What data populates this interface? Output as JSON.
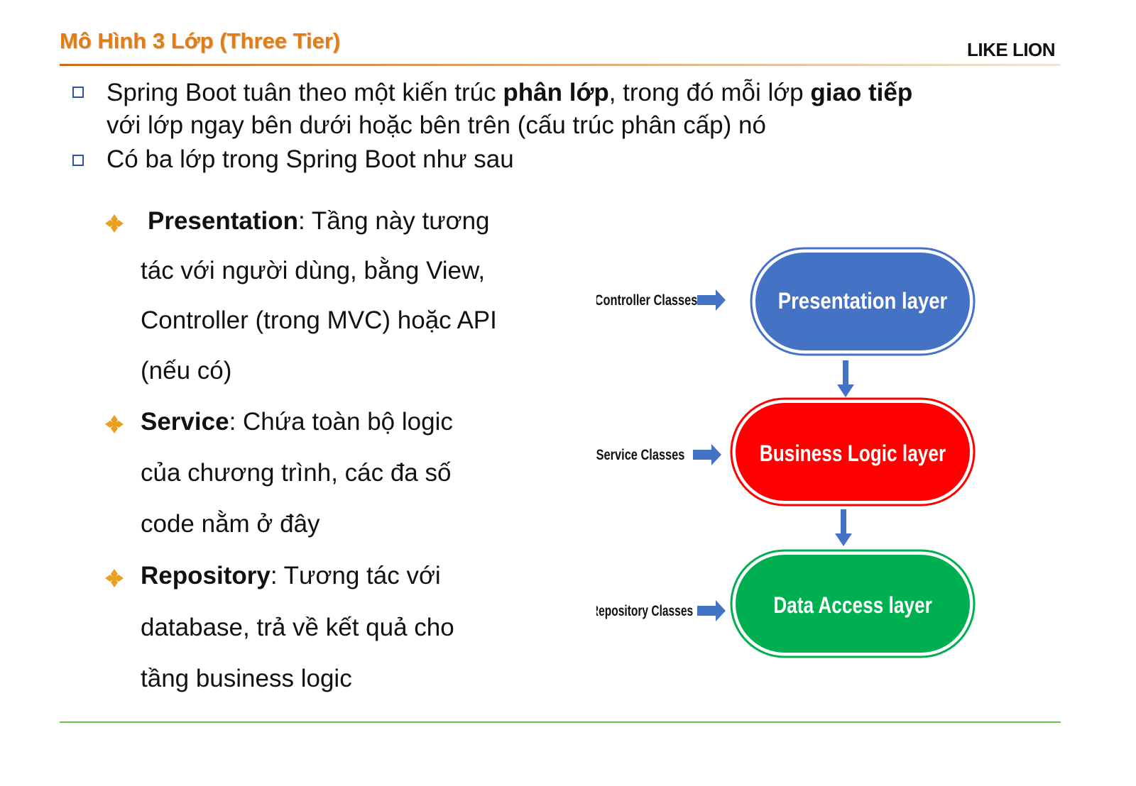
{
  "header": {
    "title": "Mô Hình 3 Lớp (Three Tier)",
    "brand": "LIKE LION"
  },
  "intro": {
    "line1_a": "Spring Boot tuân theo một kiến trúc ",
    "line1_b": "phân lớp",
    "line1_c": ", trong đó mỗi lớp ",
    "line1_d": "giao tiếp",
    "line2": "với lớp ngay bên dưới hoặc bên trên (cấu trúc phân cấp) nó",
    "line3": "Có ba lớp trong Spring Boot như sau"
  },
  "layers_text": [
    {
      "name": "Presentation",
      "line1": ": Tầng này tương",
      "lines": [
        "tác với người dùng, bằng View,",
        "Controller (trong MVC) hoặc API",
        "(nếu có)"
      ]
    },
    {
      "name": "Service",
      "line1": ": Chứa toàn bộ logic",
      "lines": [
        "của chương trình, các đa số",
        "code nằm ở đây"
      ]
    },
    {
      "name": "Repository",
      "line1": ": Tương tác với",
      "lines": [
        "database, trả về kết quả cho",
        "tầng business logic"
      ]
    }
  ],
  "diagram": {
    "layers": [
      {
        "label": "Presentation layer",
        "input": "Controller Classes",
        "color": "#4472c4"
      },
      {
        "label": "Business Logic layer",
        "input": "Service Classes",
        "color": "#ff0000"
      },
      {
        "label": "Data Access layer",
        "input": "Repository Classes",
        "color": "#00b050"
      }
    ],
    "arrow_color": "#4472c4"
  },
  "colors": {
    "title": "#e07d16",
    "top_rule": "#c96d1c",
    "bottom_rule": "#6cc04a",
    "box_bullet": "#2a54b0",
    "diamond_bullet": "#e8a020"
  }
}
